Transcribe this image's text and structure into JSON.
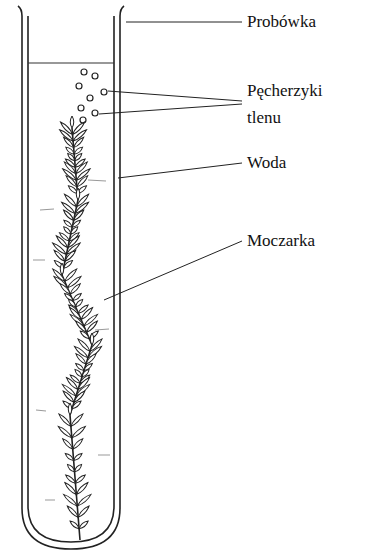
{
  "diagram": {
    "labels": [
      "Probówka",
      "Pęcherzyki tlenu",
      "Woda",
      "Moczarka"
    ]
  }
}
